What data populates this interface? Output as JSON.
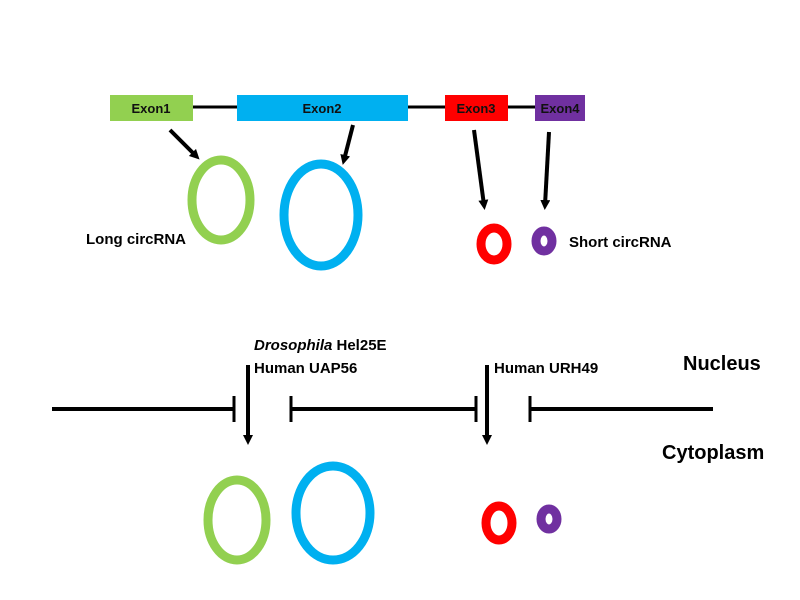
{
  "title": "circRNA nuclear export by length",
  "exons": [
    {
      "label": "Exon1",
      "color": "#92d050"
    },
    {
      "label": "Exon2",
      "color": "#00b0f0"
    },
    {
      "label": "Exon3",
      "color": "#ff0000"
    },
    {
      "label": "Exon4",
      "color": "#7030a0"
    }
  ],
  "labels": {
    "long_circrna": "Long circRNA",
    "short_circrna": "Short circRNA",
    "exporter1_species": "Drosophila",
    "exporter1_name": " Hel25E",
    "exporter1_human": "Human UAP56",
    "exporter2_human": "Human URH49",
    "nucleus": "Nucleus",
    "cytoplasm": "Cytoplasm"
  }
}
